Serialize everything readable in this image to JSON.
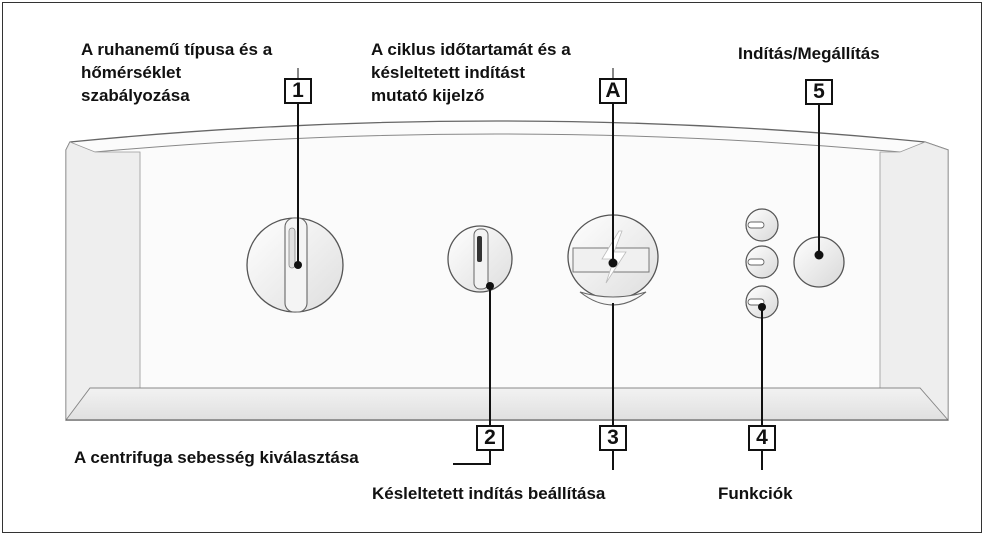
{
  "callouts": {
    "c1": {
      "number": "1",
      "line1": "A ruhanemű típusa és a",
      "line2": "hőmérséklet",
      "line3": "szabályozása"
    },
    "cA": {
      "number": "A",
      "line1": "A ciklus időtartamát és a",
      "line2": "késleltetett indítást",
      "line3": "mutató kijelző"
    },
    "c5": {
      "number": "5",
      "text": "Indítás/Megállítás"
    },
    "c2": {
      "number": "2",
      "text": "A centrifuga sebesség kiválasztása"
    },
    "c3": {
      "number": "3",
      "text": "Késleltetett indítás beállítása"
    },
    "c4": {
      "number": "4",
      "text": "Funkciók"
    }
  },
  "colors": {
    "line": "#111111",
    "panel_fill": "#fbfbfb",
    "panel_shade": "#e9e9e9",
    "outline": "#555555"
  }
}
